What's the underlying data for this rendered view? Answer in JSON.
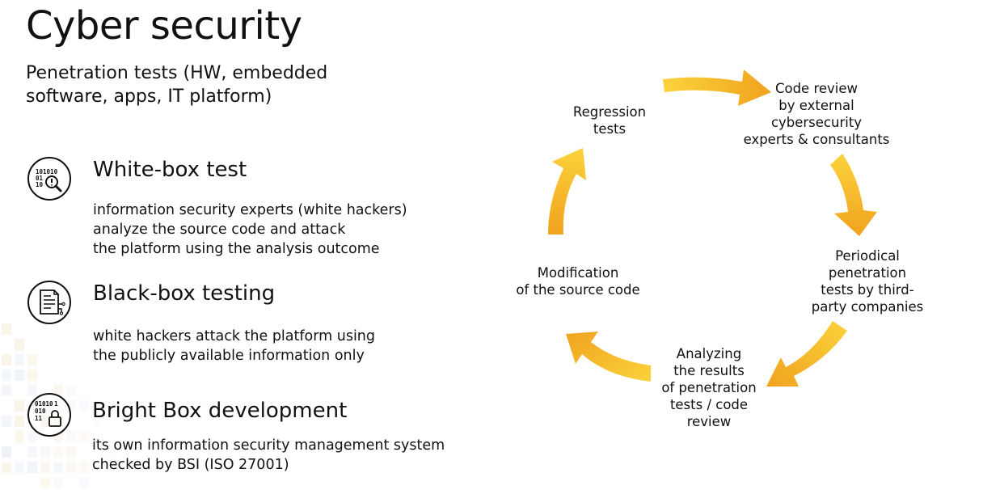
{
  "page": {
    "title": "Cyber security",
    "subtitle": "Penetration tests (HW, embedded software, apps, IT platform)"
  },
  "methods": [
    {
      "icon": "binary-magnifier-icon",
      "title": "White-box test",
      "lines": [
        "information security experts (white hackers)",
        "analyze the source code and attack",
        "the platform using the analysis outcome"
      ]
    },
    {
      "icon": "document-circuit-icon",
      "title": "Black-box testing",
      "lines": [
        "white hackers attack the platform using",
        "the publicly available information only"
      ]
    },
    {
      "icon": "binary-lock-icon",
      "title": "Bright Box development",
      "lines": [
        "its own information security management system",
        "checked by BSI (ISO 27001)"
      ]
    }
  ],
  "cycle": {
    "steps": [
      {
        "lines": [
          "Code review",
          "by external",
          "cybersecurity",
          "experts & consultants"
        ]
      },
      {
        "lines": [
          "Periodical",
          "penetration",
          "tests by third-",
          "party companies"
        ]
      },
      {
        "lines": [
          "Analyzing",
          "the results",
          "of penetration",
          "tests / code",
          "review"
        ]
      },
      {
        "lines": [
          "Modification",
          "of the source code"
        ]
      },
      {
        "lines": [
          "Regression",
          "tests"
        ]
      }
    ],
    "colors": {
      "arrow_light": "#FBD33B",
      "arrow_dark": "#F0A21F"
    }
  }
}
